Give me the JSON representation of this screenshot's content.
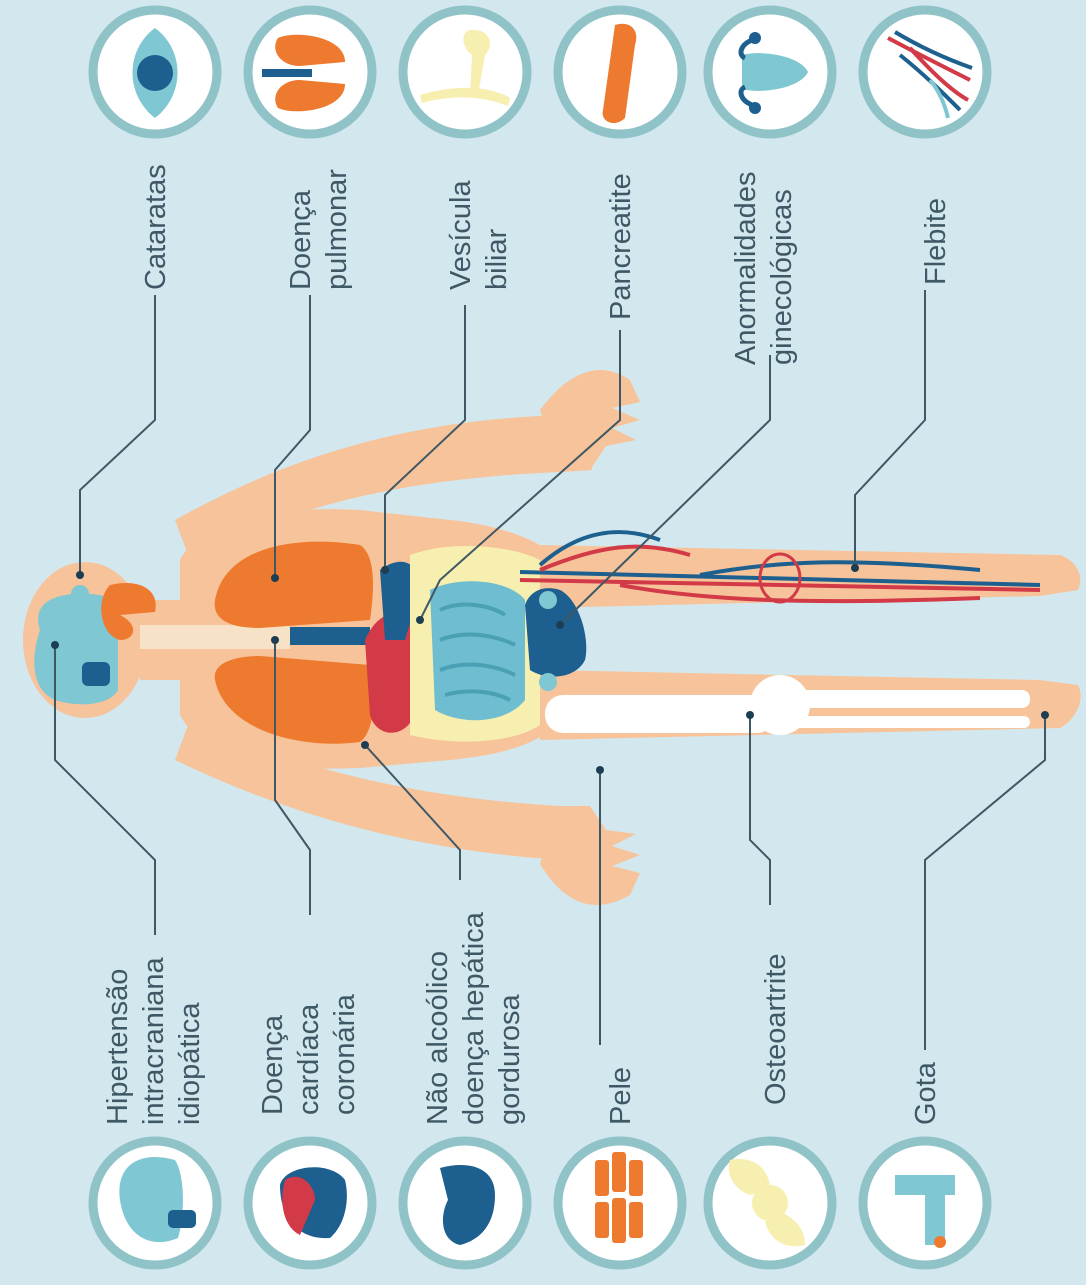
{
  "colors": {
    "background": "#d3e8ee",
    "ring": "#8fc3c7",
    "body": "#f7c39a",
    "orange": "#ee7a2f",
    "red": "#d23a47",
    "dark_blue": "#1d5f8f",
    "light_blue": "#7fc7d2",
    "intestine": "#6fbdd0",
    "pale_yellow": "#f7efb0",
    "bone": "#ffffff",
    "text": "#3f5866"
  },
  "conditions_top": [
    {
      "label_lines": [
        "Cataratas"
      ],
      "icon": "eye-icon"
    },
    {
      "label_lines": [
        "Doença",
        "pulmonar"
      ],
      "icon": "lungs-icon"
    },
    {
      "label_lines": [
        "Vesícula",
        "biliar"
      ],
      "icon": "gallbladder-icon"
    },
    {
      "label_lines": [
        "Pancreatite"
      ],
      "icon": "pancreas-icon"
    },
    {
      "label_lines": [
        "Anormalidades",
        "ginecológicas"
      ],
      "icon": "uterus-icon"
    },
    {
      "label_lines": [
        "Flebite"
      ],
      "icon": "veins-icon"
    }
  ],
  "conditions_bottom": [
    {
      "label_lines": [
        "Hipertensão",
        "intracraniana",
        "idiopática"
      ],
      "icon": "brain-icon"
    },
    {
      "label_lines": [
        "Doença",
        "cardíaca",
        "coronária"
      ],
      "icon": "heart-icon"
    },
    {
      "label_lines": [
        "Não alcoólico",
        "doença hepática",
        "gordurosa"
      ],
      "icon": "liver-icon"
    },
    {
      "label_lines": [
        "Pele"
      ],
      "icon": "skin-icon"
    },
    {
      "label_lines": [
        "Osteoartrite"
      ],
      "icon": "joint-icon"
    },
    {
      "label_lines": [
        "Gota"
      ],
      "icon": "foot-icon"
    }
  ]
}
